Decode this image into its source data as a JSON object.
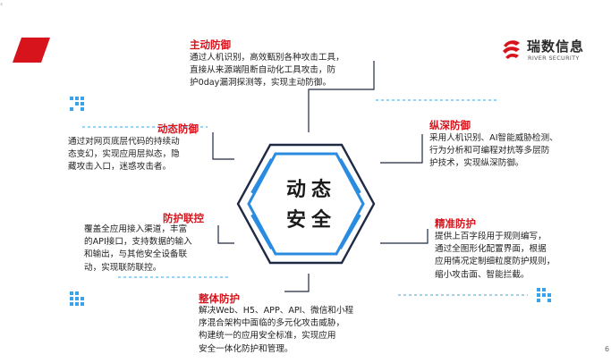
{
  "logo": {
    "name_cn": "瑞数信息",
    "name_en": "RIVER SECURITY",
    "mark": "river-logo-mark"
  },
  "center": {
    "line1": "动态",
    "line2": "安全"
  },
  "sections": [
    {
      "id": "active",
      "title": "主动防御",
      "lines": [
        "通过人机识别，高效甄别各种攻击工具，",
        "直接从来源端阻断自动化工具攻击，防",
        "护0day漏洞探测等，实现主动防御。"
      ]
    },
    {
      "id": "dynamic",
      "title": "动态防御",
      "lines": [
        "通过对网页底层代码的持续动",
        "态变幻，实现应用层拟态，隐",
        "藏攻击入口，迷惑攻击者。"
      ]
    },
    {
      "id": "linkage",
      "title": "防护联控",
      "lines": [
        "覆盖全应用接入渠道，丰富",
        "的API接口，支持数据的输入",
        "和输出，与其他安全设备联",
        "动，实现联防联控。"
      ]
    },
    {
      "id": "overall",
      "title": "整体防护",
      "lines": [
        "解决Web、H5、APP、API、微信和小程",
        "序混合架构中面临的多元化攻击威胁，",
        "构建统一的应用安全标准，实现应用",
        "安全一体化防护和管理。"
      ]
    },
    {
      "id": "depth",
      "title": "纵深防御",
      "lines": [
        "采用人机识别、AI智能威胁检测、",
        "行为分析和可编程对抗等多层防",
        "护技术，实现纵深防御。"
      ]
    },
    {
      "id": "precise",
      "title": "精准防护",
      "lines": [
        "提供上百字段用于规则编写，",
        "通过全图形化配置界面，根据",
        "应用情况定制细粒度防护规则，",
        "缩小攻击面、智能拦截。"
      ]
    }
  ],
  "page_number": "6",
  "colors": {
    "accent": "#d7141c",
    "hex_blue": "#2a8ce0",
    "line_dark": "#1f2a44",
    "dash_blue": "#3aa3e8"
  }
}
